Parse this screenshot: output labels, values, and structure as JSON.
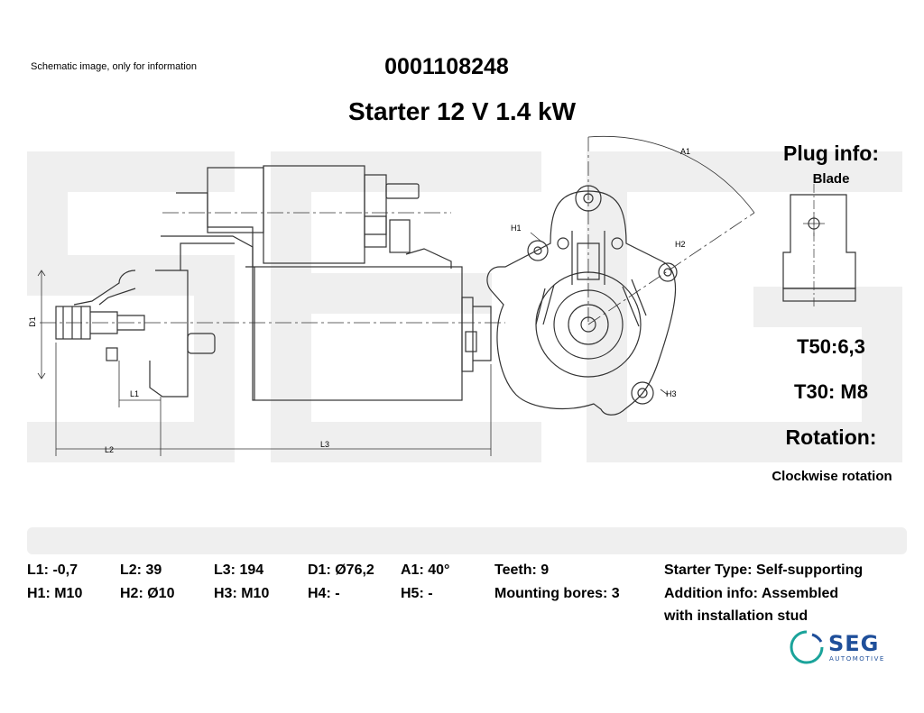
{
  "header": {
    "disclaimer": "Schematic image, only for information",
    "part_number": "0001108248",
    "title": "Starter 12 V 1.4 kW"
  },
  "drawing_labels": {
    "d1": "D1",
    "l1": "L1",
    "l2": "L2",
    "l3": "L3",
    "a1": "A1",
    "h1": "H1",
    "h2": "H2",
    "h3": "H3"
  },
  "plug_info": {
    "title": "Plug info:",
    "type": "Blade",
    "t50": "T50:6,3",
    "t30": "T30: M8",
    "rotation_title": "Rotation:",
    "rotation": "Clockwise rotation"
  },
  "specs": {
    "row1": [
      "L1: -0,7",
      "L2: 39",
      "L3: 194",
      "D1: Ø76,2",
      "A1: 40°",
      "Teeth: 9",
      "Starter Type:  Self-supporting"
    ],
    "row2": [
      "H1: M10",
      "H2: Ø10",
      "H3: M10",
      "H4: -",
      "H5: -",
      "Mounting bores: 3",
      "Addition info: Assembled"
    ],
    "row3": "with installation stud"
  },
  "logo": {
    "name": "SEG",
    "sub": "AUTOMOTIVE"
  },
  "colors": {
    "watermark": "#efefef",
    "drawing": "#333333",
    "logo_teal": "#1aa39a",
    "logo_blue": "#1f4f9a"
  }
}
